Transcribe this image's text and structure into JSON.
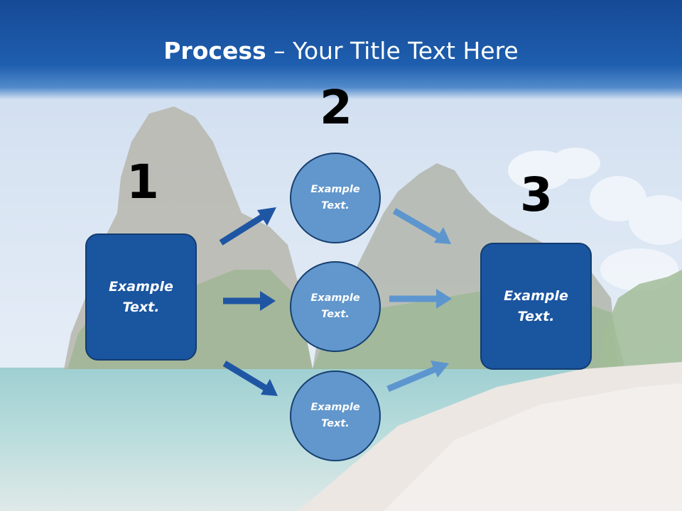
{
  "slide": {
    "title_bold": "Process",
    "title_rest": " – Your Title Text Here"
  },
  "steps": {
    "one": "1",
    "two": "2",
    "three": "3"
  },
  "boxes": {
    "left": "Example\nText.",
    "right": "Example\nText."
  },
  "circles": {
    "top": "Example\nText.",
    "middle": "Example\nText.",
    "bottom": "Example\nText."
  },
  "colors": {
    "header": "#1a55a0",
    "box": "#1a55a0",
    "circle": "#6197cc",
    "arrow_dark": "#1f56a4",
    "arrow_light": "#5d95cf"
  }
}
